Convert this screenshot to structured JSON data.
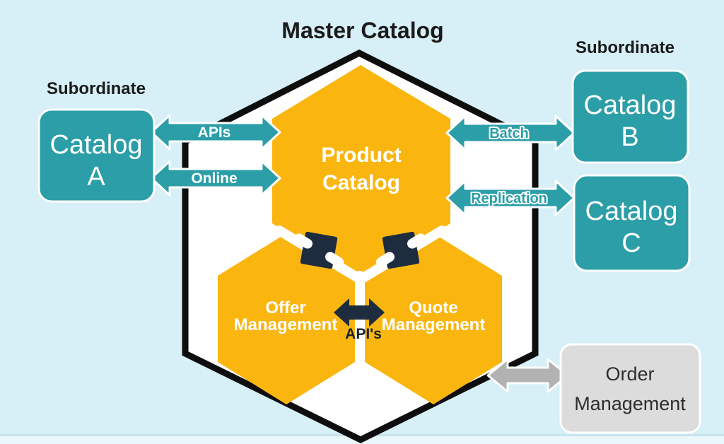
{
  "title": "Master Catalog",
  "left": {
    "label": "Subordinate",
    "catalog_a": {
      "line1": "Catalog",
      "line2": "A"
    }
  },
  "right": {
    "label": "Subordinate",
    "catalog_b": {
      "line1": "Catalog",
      "line2": "B"
    },
    "catalog_c": {
      "line1": "Catalog",
      "line2": "C"
    }
  },
  "hexagons": {
    "product": {
      "line1": "Product",
      "line2": "Catalog"
    },
    "offer": {
      "line1": "Offer",
      "line2": "Management"
    },
    "quote": {
      "line1": "Quote",
      "line2": "Management"
    }
  },
  "arrows": {
    "apis": "APIs",
    "online": "Online",
    "batch": "Batch",
    "replication": "Replication",
    "center_apis": "API's"
  },
  "order_box": {
    "line1": "Order",
    "line2": "Management"
  },
  "colors": {
    "background": "#D7EFF6",
    "teal": "#2B9EA7",
    "yellow": "#FAB60F",
    "navy": "#1D2C3F",
    "outline_black": "#0E0E0E",
    "gray_box": "#DCDCDC",
    "gray_arrow": "#B2B2B2",
    "white": "#FFFFFF"
  }
}
